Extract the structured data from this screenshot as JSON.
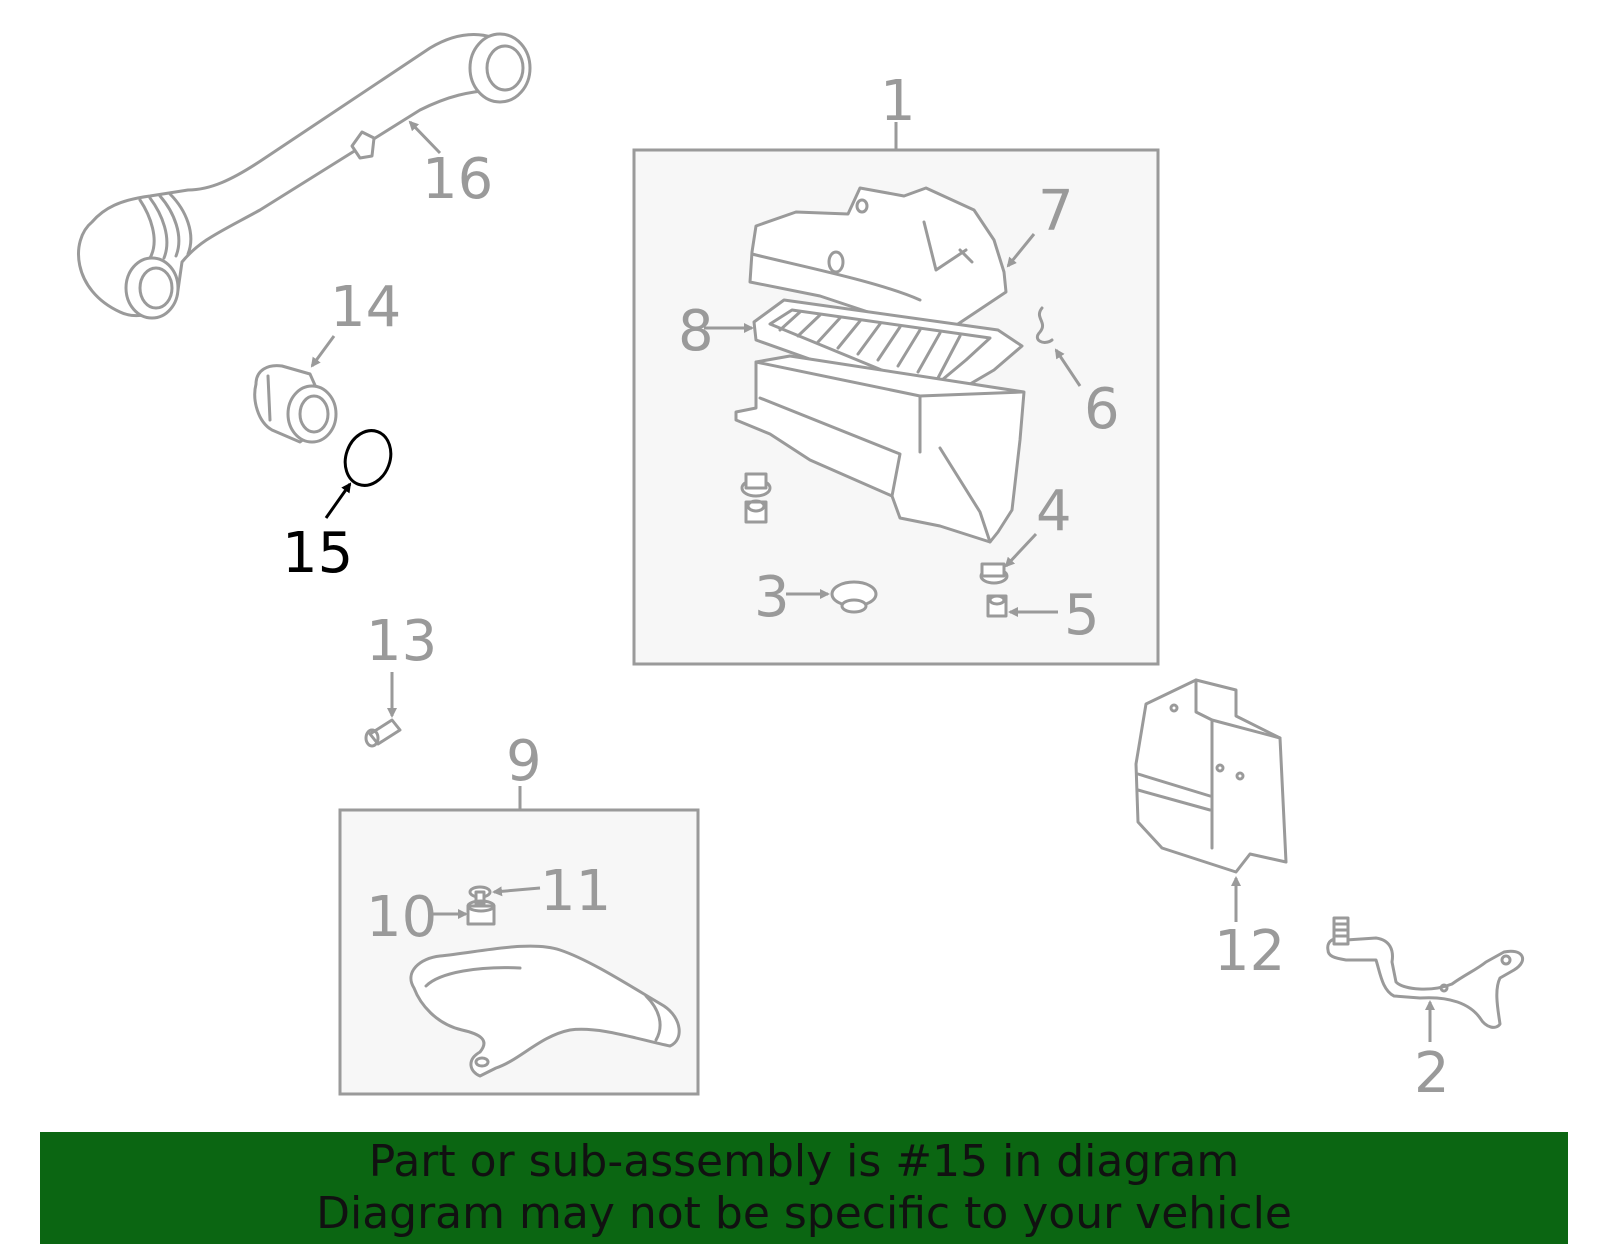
{
  "callouts": {
    "c1": "1",
    "c2": "2",
    "c3": "3",
    "c4": "4",
    "c5": "5",
    "c6": "6",
    "c7": "7",
    "c8": "8",
    "c9": "9",
    "c10": "10",
    "c11": "11",
    "c12": "12",
    "c13": "13",
    "c14": "14",
    "c15": "15",
    "c16": "16"
  },
  "highlighted_callout": "15",
  "banner": {
    "line1": "Part or sub-assembly is #15 in diagram",
    "line2": "Diagram may not be specific to your vehicle",
    "color": "#0b6612"
  },
  "colors": {
    "part_stroke": "#9a9a9a",
    "box_fill": "#f7f7f7",
    "highlight": "#000000"
  }
}
